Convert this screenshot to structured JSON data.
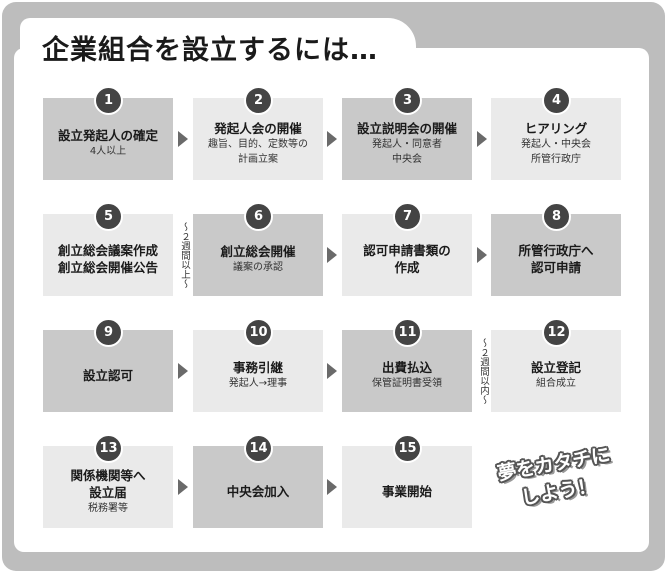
{
  "title": "企業組合を設立するには…",
  "steps": [
    {
      "num": "1",
      "title": "設立発起人の確定",
      "sub1": "4人以上",
      "sub2": ""
    },
    {
      "num": "2",
      "title": "発起人会の開催",
      "sub1": "趣旨、目的、定数等の",
      "sub2": "計画立案"
    },
    {
      "num": "3",
      "title": "設立説明会の開催",
      "sub1": "発起人・同意者",
      "sub2": "中央会"
    },
    {
      "num": "4",
      "title": "ヒアリング",
      "sub1": "発起人・中央会",
      "sub2": "所管行政庁"
    },
    {
      "num": "5",
      "title": "創立総会議案作成",
      "sub1": "創立総会開催公告",
      "sub2": ""
    },
    {
      "num": "6",
      "title": "創立総会開催",
      "sub1": "議案の承認",
      "sub2": ""
    },
    {
      "num": "7",
      "title": "認可申請書類の",
      "sub1": "作成",
      "sub2": ""
    },
    {
      "num": "8",
      "title": "所管行政庁へ",
      "sub1": "認可申請",
      "sub2": ""
    },
    {
      "num": "9",
      "title": "設立認可",
      "sub1": "",
      "sub2": ""
    },
    {
      "num": "10",
      "title": "事務引継",
      "sub1": "発起人→理事",
      "sub2": ""
    },
    {
      "num": "11",
      "title": "出費払込",
      "sub1": "保管証明書受領",
      "sub2": ""
    },
    {
      "num": "12",
      "title": "設立登記",
      "sub1": "組合成立",
      "sub2": ""
    },
    {
      "num": "13",
      "title": "関係機関等へ",
      "sub1": "設立届",
      "sub2": "税務署等"
    },
    {
      "num": "14",
      "title": "中央会加入",
      "sub1": "",
      "sub2": ""
    },
    {
      "num": "15",
      "title": "事業開始",
      "sub1": "",
      "sub2": ""
    }
  ],
  "notes": {
    "between_5_6": "〜２週間以上〜",
    "between_11_12": "〜２週間以内〜"
  },
  "slogan": {
    "line1": "夢をカタチに",
    "line2": "しよう！"
  }
}
